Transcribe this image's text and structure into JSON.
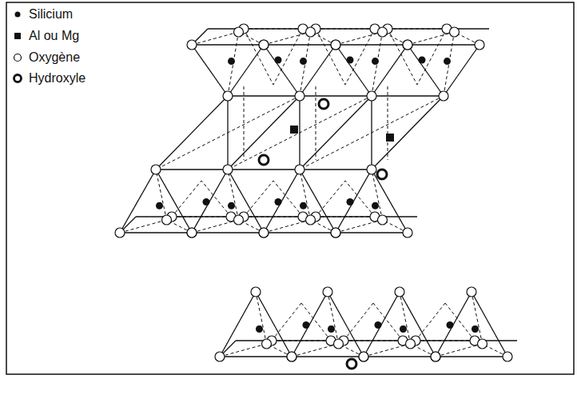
{
  "diagram": {
    "legend": [
      {
        "text": "Silicium"
      },
      {
        "text": "Al ou Mg"
      },
      {
        "text": "Oxygène"
      },
      {
        "text": "Hydroxyle"
      }
    ]
  }
}
